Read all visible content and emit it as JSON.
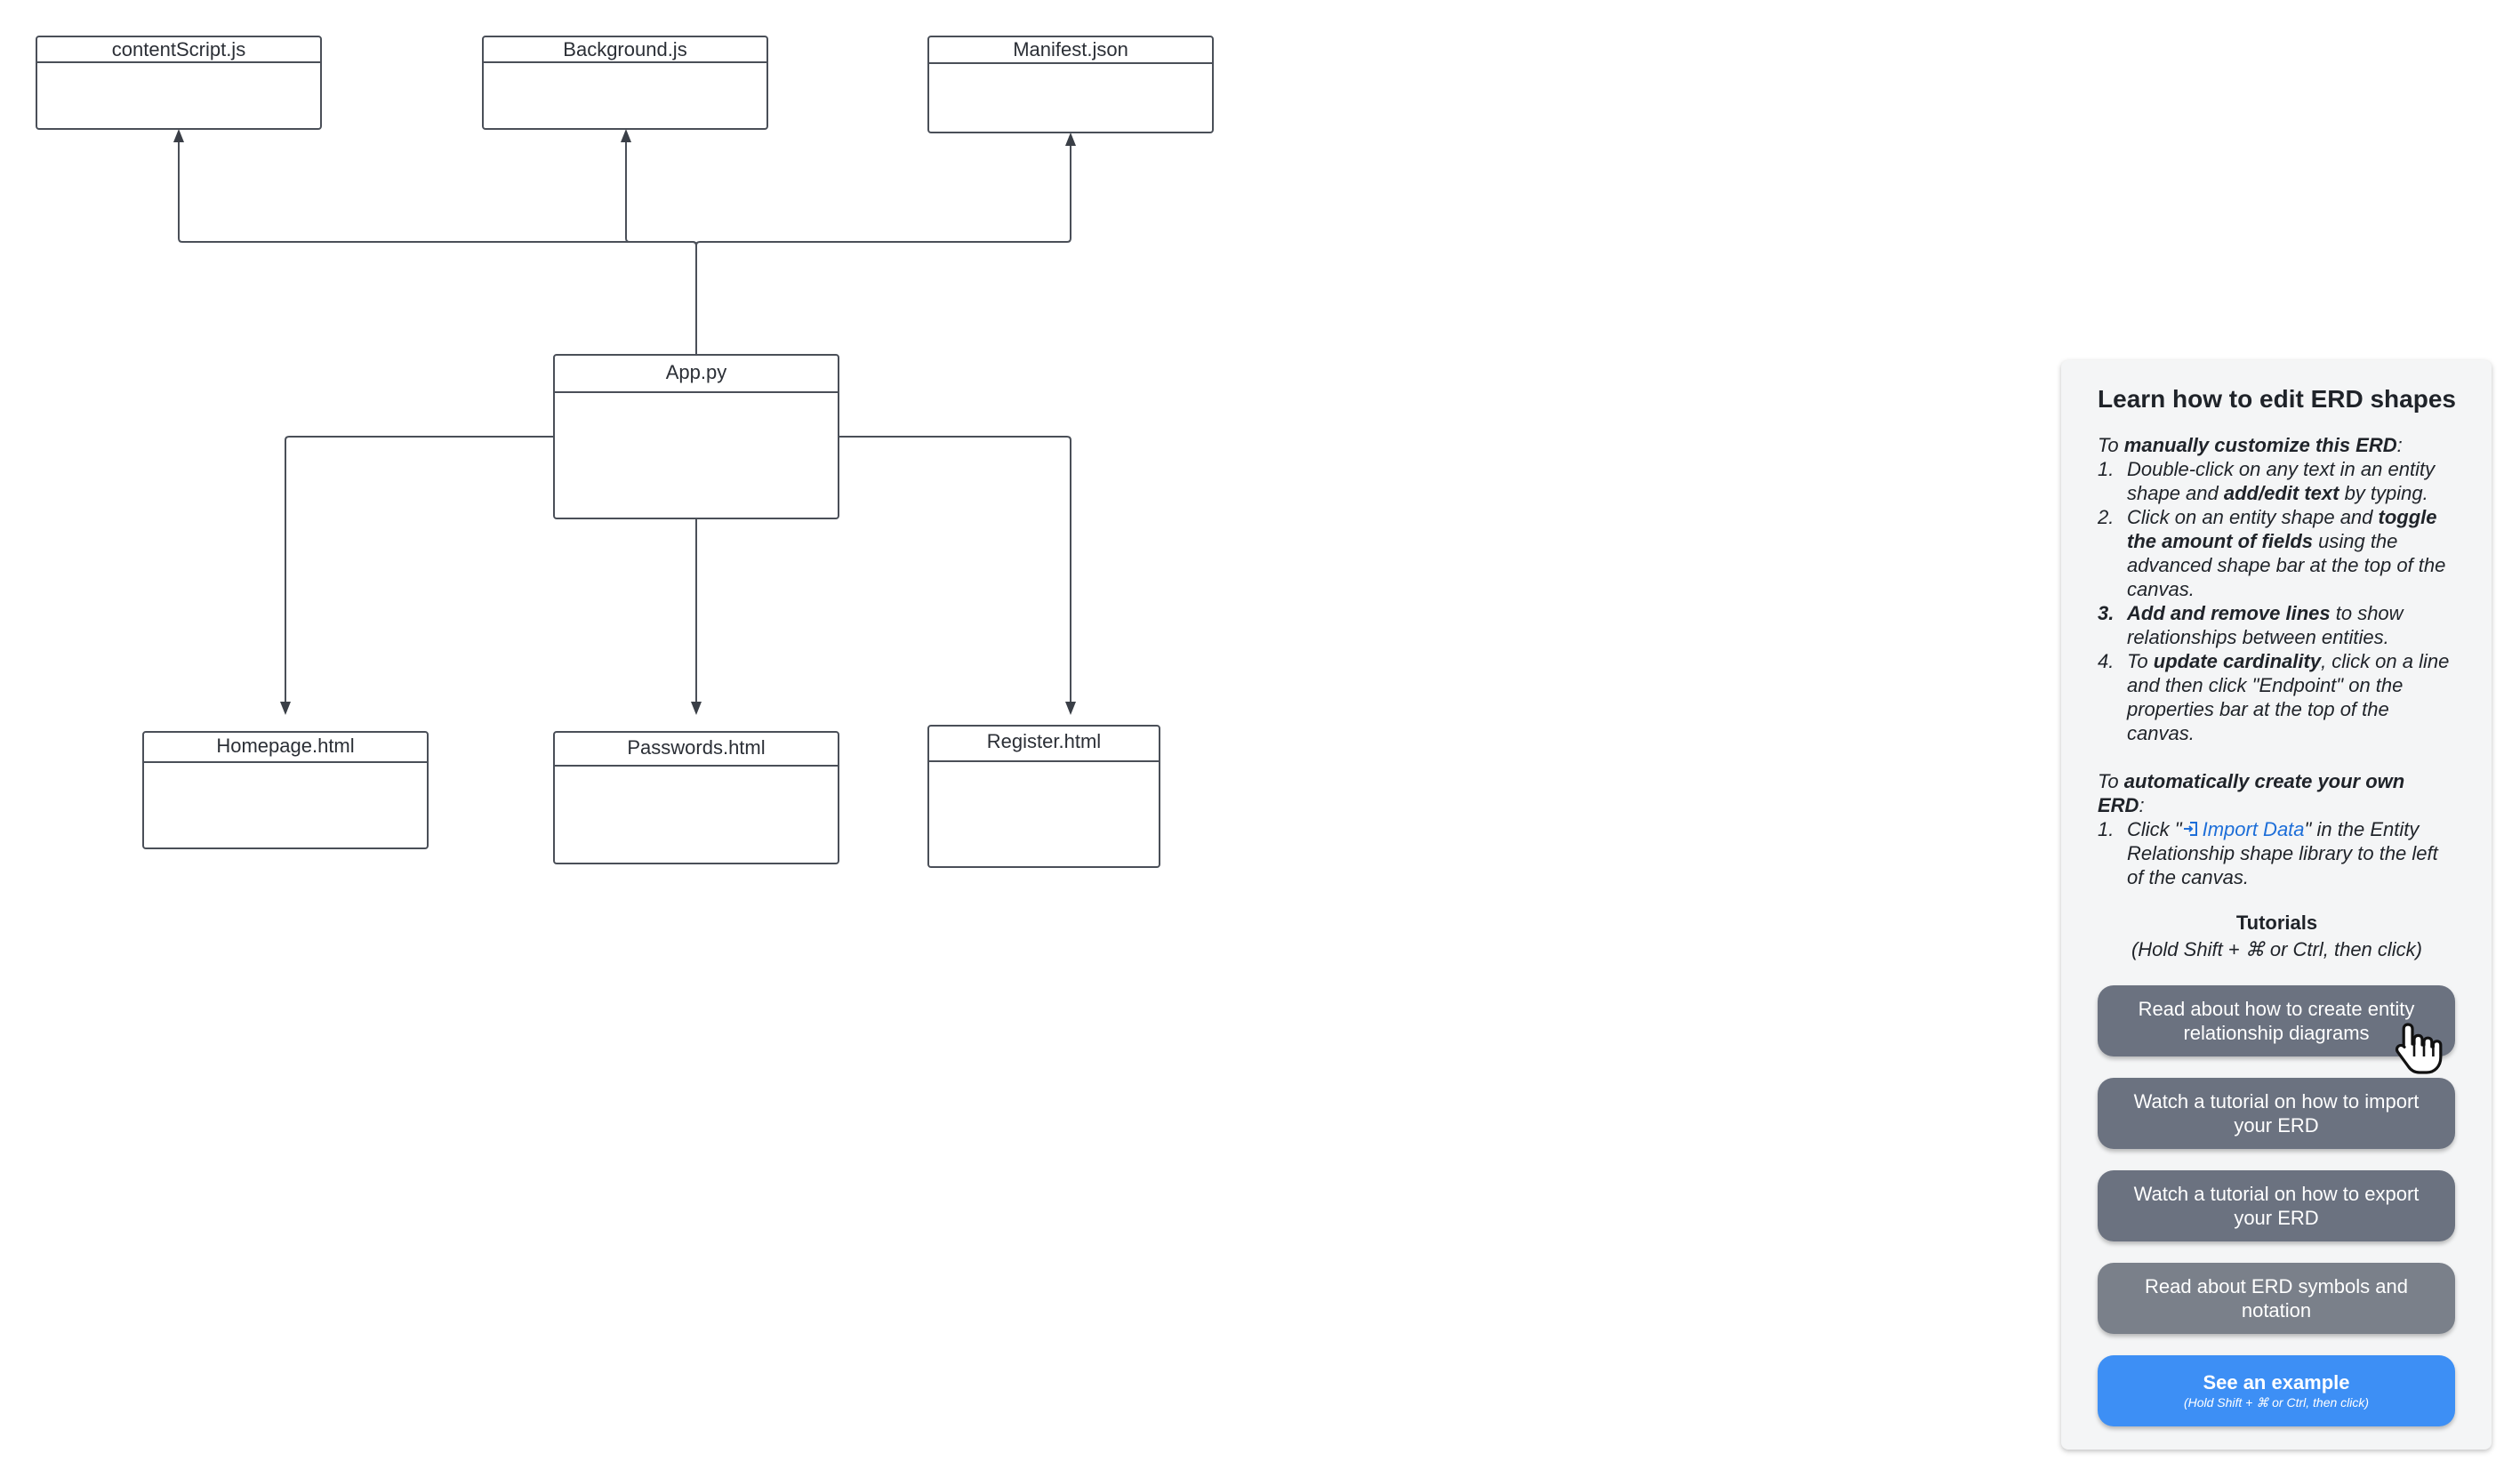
{
  "diagram": {
    "entities": {
      "content_script": "contentScript.js",
      "background": "Background.js",
      "manifest": "Manifest.json",
      "app": "App.py",
      "homepage": "Homepage.html",
      "passwords": "Passwords.html",
      "register": "Register.html"
    }
  },
  "panel": {
    "title": "Learn how to edit ERD shapes",
    "manual": {
      "intro_pre": "To ",
      "intro_bold": "manually customize this ERD",
      "intro_post": ":",
      "steps": [
        {
          "num": "1.",
          "a": "Double-click on any text in an entity shape and ",
          "b": "add/edit text",
          "c": " by typing."
        },
        {
          "num": "2.",
          "a": "Click on an entity shape and ",
          "b": "toggle the amount of fields",
          "c": " using the advanced shape bar at the top of the canvas."
        },
        {
          "num": "3.",
          "a": "",
          "b": "Add and remove lines",
          "c": " to show relationships between entities."
        },
        {
          "num": "4.",
          "a": "To ",
          "b": "update cardinality",
          "c": ", click on a line and then click \"Endpoint\" on the properties bar at the top of the canvas."
        }
      ]
    },
    "auto": {
      "intro_pre": "To ",
      "intro_bold": "automatically create your own ERD",
      "intro_post": ":",
      "step_num": "1.",
      "step_pre": "Click \"",
      "step_link": "Import Data",
      "step_post": "\" in the Entity Relationship shape library to the left of the canvas."
    },
    "tutorials": {
      "title": "Tutorials",
      "hint": "(Hold Shift + ⌘ or Ctrl, then click)",
      "buttons": [
        "Read about how to create entity relationship diagrams",
        "Watch a tutorial on how to import your ERD",
        "Watch a tutorial on how to export your ERD",
        "Read about ERD symbols and notation"
      ],
      "example_label": "See an example",
      "example_hint": "(Hold Shift + ⌘ or Ctrl, then click)"
    }
  },
  "colors": {
    "button_gray": "#6b7280",
    "button_blue": "#3d8ff5",
    "link_blue": "#1d6ed8",
    "panel_bg": "#f4f5f6"
  },
  "icons": [
    "import-data-icon",
    "hand-cursor-icon"
  ]
}
